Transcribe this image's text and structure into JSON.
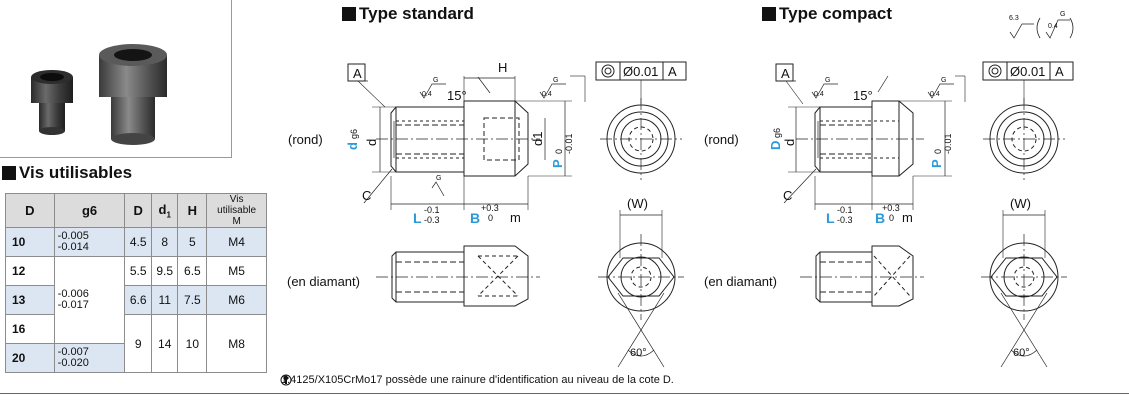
{
  "table_title": "Vis utilisables",
  "table": {
    "headers": [
      "D",
      "g6",
      "D",
      "d1",
      "H"
    ],
    "header_vis": [
      "Vis",
      "utilisable",
      "M"
    ],
    "rows": [
      {
        "d": "10",
        "g6": [
          "-0.005",
          "-0.014"
        ],
        "D": "4.5",
        "d1": "8",
        "H": "5",
        "M": "M4"
      },
      {
        "d": "12",
        "g6": null,
        "D": "5.5",
        "d1": "9.5",
        "H": "6.5",
        "M": "M5"
      },
      {
        "d": "13",
        "g6": [
          "-0.006",
          "-0.017"
        ],
        "D": "6.6",
        "d1": "11",
        "H": "7.5",
        "M": "M6"
      },
      {
        "d": "16",
        "g6": null,
        "D": "9",
        "d1": "14",
        "H": "10",
        "M": "M8"
      },
      {
        "d": "20",
        "g6": [
          "-0.007",
          "-0.020"
        ],
        "D": null,
        "d1": null,
        "H": null,
        "M": null
      }
    ]
  },
  "views": {
    "standard_title": "Type standard",
    "compact_title": "Type compact",
    "rond": "(rond)",
    "diamant": "(en diamant)",
    "angle": "15°",
    "datum": "A",
    "concentricity": "Ø0.01",
    "w": "(W)",
    "angle60": "60°",
    "roughness_04": "0.4",
    "roughness_63": "6.3",
    "roughness_g": "G",
    "dims": {
      "H": "H",
      "d": "d",
      "g6": "g6",
      "D": "D",
      "d1": "d1",
      "P": "P",
      "P_tol_top": "0",
      "P_tol_bot": "-0.01",
      "C": "C",
      "L": "L",
      "L_tol_top": "-0.1",
      "L_tol_bot": "-0.3",
      "B": "B",
      "B_tol_top": "+0.3",
      "B_tol_bot": "0",
      "m": "m"
    }
  },
  "note": "1.4125/X105CrMo17 possède une rainure d'identification au niveau de la cote D.",
  "colors": {
    "accent_blue": "#2c9ad8",
    "row_blue": "#dce6f2",
    "header_gray": "#dcdcdc"
  }
}
